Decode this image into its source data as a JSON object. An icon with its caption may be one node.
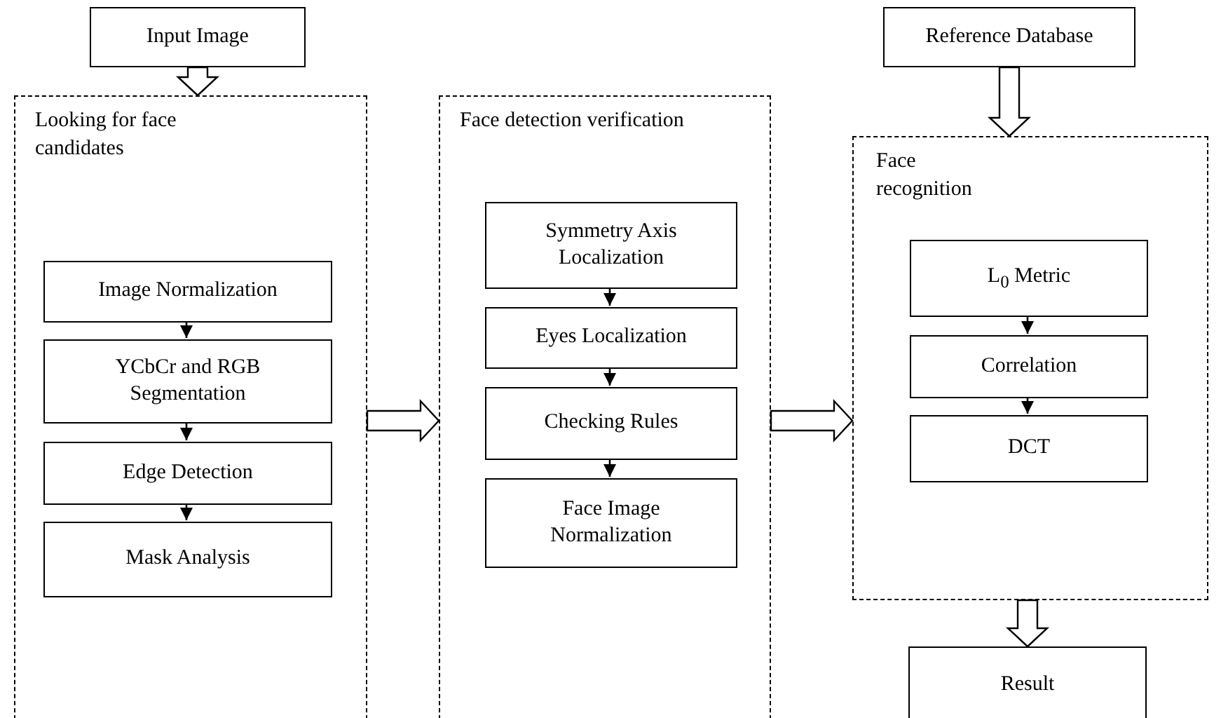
{
  "diagram": {
    "nodes": [
      {
        "text": [
          "Input Image"
        ]
      },
      {
        "text": [
          "Looking for face candidates"
        ]
      },
      {
        "text": [
          "Image Normalization"
        ],
        "in": 1
      },
      {
        "text": [
          "YCbCr and RGB Segmentation"
        ],
        "in": 1
      },
      {
        "text": [
          "Edge Detection"
        ],
        "in": 1
      },
      {
        "text": [
          "Mask Analysis"
        ],
        "in": 1
      },
      {
        "text": [
          "Face detection verification"
        ]
      },
      {
        "text": [
          "Symmetry Axis Localization"
        ],
        "in": 6
      },
      {
        "text": [
          "Eyes Localization"
        ],
        "in": 6
      },
      {
        "text": [
          "Checking Rules"
        ],
        "in": 6
      },
      {
        "text": [
          "Face Image Normalization"
        ],
        "in": 6
      },
      {
        "text": [
          "Reference Database"
        ]
      },
      {
        "text": [
          "Face recognition"
        ]
      },
      {
        "text": [
          "L$_{0}$ Metric"
        ],
        "in": 12
      },
      {
        "text": [
          "Correlation"
        ],
        "in": 12
      },
      {
        "text": [
          "DCT"
        ],
        "in": 12
      },
      {
        "text": [
          "Result"
        ]
      }
    ],
    "edges": [
      {
        "from": 0,
        "to": 1,
        "arrow": "to",
        "style": "thick"
      },
      {
        "from": 2,
        "to": 3,
        "arrow": "to"
      },
      {
        "from": 3,
        "to": 4,
        "arrow": "to"
      },
      {
        "from": 4,
        "to": 5,
        "arrow": "to"
      },
      {
        "from": 1,
        "to": 6,
        "arrow": "to",
        "style": "thick"
      },
      {
        "from": 7,
        "to": 8,
        "arrow": "to"
      },
      {
        "from": 8,
        "to": 9,
        "arrow": "to"
      },
      {
        "from": 9,
        "to": 10,
        "arrow": "to"
      },
      {
        "from": 6,
        "to": 12,
        "arrow": "to",
        "style": "thick"
      },
      {
        "from": 11,
        "to": 12,
        "arrow": "to",
        "style": "thick"
      },
      {
        "from": 13,
        "to": 14,
        "arrow": "to"
      },
      {
        "from": 14,
        "to": 15,
        "arrow": "to"
      },
      {
        "from": 12,
        "to": 16,
        "arrow": "to",
        "style": "thick"
      }
    ]
  }
}
